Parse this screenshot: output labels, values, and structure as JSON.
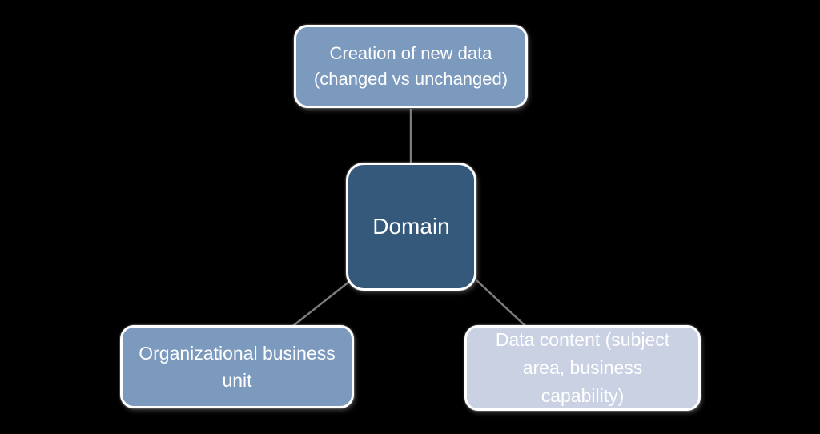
{
  "canvas": {
    "background": "#000000",
    "connector_color": "#7b7b7b",
    "border_color": "#ffffff",
    "text_color": "#ffffff"
  },
  "nodes": {
    "top": {
      "label": "Creation of new data (changed vs unchanged)",
      "lines": [
        "Creation of new data",
        "(changed vs unchanged)"
      ],
      "fill": "#7c99be"
    },
    "center": {
      "label": "Domain",
      "lines": [
        "Domain"
      ],
      "fill": "#35597b"
    },
    "bottom_left": {
      "label": "Organizational business unit",
      "lines": [
        "Organizational business",
        "unit"
      ],
      "fill": "#7c99be"
    },
    "bottom_right": {
      "label": "Data content (subject area, business capability)",
      "lines": [
        "Data content (subject",
        "area, business",
        "capability)"
      ],
      "fill": "#c9d1e2"
    }
  }
}
